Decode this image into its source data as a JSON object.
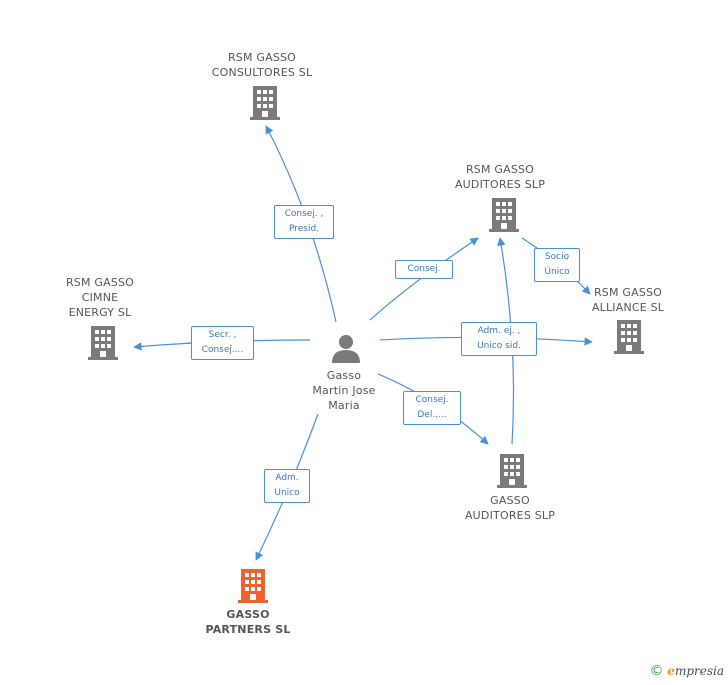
{
  "colors": {
    "edge": "#4a90d9",
    "company_icon": "#7a7a7a",
    "company_icon_highlight": "#f0622f",
    "person_icon": "#7a7a7a"
  },
  "person": {
    "name_lines": [
      "Gasso",
      "Martin Jose",
      "Maria"
    ],
    "icon": "person-icon"
  },
  "companies": [
    {
      "id": "consultores",
      "lines": [
        "RSM GASSO",
        "CONSULTORES SL"
      ],
      "icon": "building-icon"
    },
    {
      "id": "auditores_top",
      "lines": [
        "RSM GASSO",
        "AUDITORES SLP"
      ],
      "icon": "building-icon"
    },
    {
      "id": "cimne",
      "lines": [
        "RSM GASSO",
        "CIMNE",
        "ENERGY SL"
      ],
      "icon": "building-icon"
    },
    {
      "id": "alliance",
      "lines": [
        "RSM GASSO",
        "ALLIANCE  SL"
      ],
      "icon": "building-icon"
    },
    {
      "id": "gasso_auditores",
      "lines": [
        "GASSO",
        "AUDITORES  SLP"
      ],
      "icon": "building-icon"
    },
    {
      "id": "partners",
      "lines": [
        "GASSO",
        "PARTNERS  SL"
      ],
      "icon": "building-icon",
      "highlight": true
    }
  ],
  "edges": [
    {
      "id": "e1",
      "lines": [
        "Consej. ,",
        "Presid."
      ]
    },
    {
      "id": "e2",
      "lines": [
        "Consej."
      ]
    },
    {
      "id": "e3",
      "lines": [
        "Socio",
        "Único"
      ]
    },
    {
      "id": "e4",
      "lines": [
        "Secr. ,",
        "Consej...."
      ]
    },
    {
      "id": "e5",
      "lines": [
        "Adm.  ej. ,",
        "Unico  sid."
      ]
    },
    {
      "id": "e6",
      "lines": [
        "Consej.",
        "Del.,..."
      ]
    },
    {
      "id": "e7",
      "lines": [
        "Adm.",
        "Unico"
      ]
    }
  ],
  "footer": {
    "copyright": "©",
    "brand_initial": "e",
    "brand_rest": "mpresia"
  }
}
